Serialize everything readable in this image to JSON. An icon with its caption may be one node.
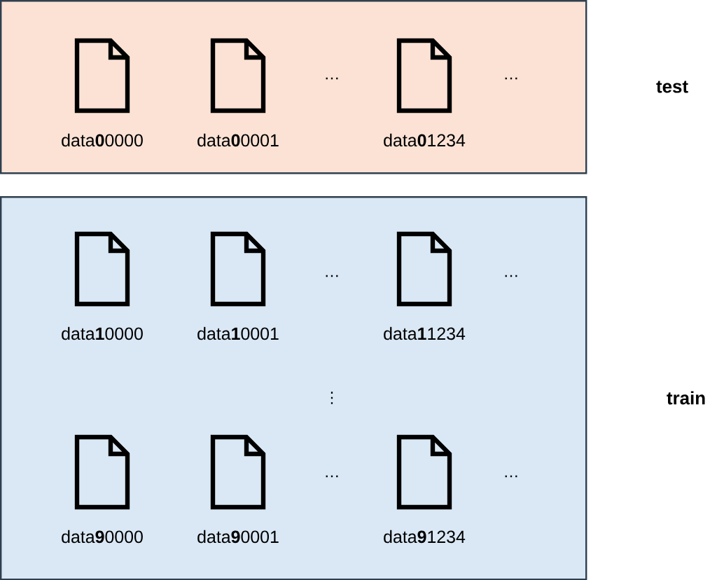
{
  "diagram": {
    "nodes": [
      {
        "text": [
          "test"
        ]
      },
      {
        "text": [
          "data**0**0000"
        ],
        "in": 0
      },
      {
        "text": [
          "data**0**0001"
        ],
        "in": 0
      },
      {
        "text": [
          "data**0**1234"
        ],
        "in": 0
      },
      {
        "text": [
          "train"
        ]
      },
      {
        "text": [
          "data**1**0000"
        ],
        "in": 4
      },
      {
        "text": [
          "data**1**0001"
        ],
        "in": 4
      },
      {
        "text": [
          "data**1**1234"
        ],
        "in": 4
      },
      {
        "text": [
          "data**9**0000"
        ],
        "in": 4
      },
      {
        "text": [
          "data**9**0001"
        ],
        "in": 4
      },
      {
        "text": [
          "data**9**1234"
        ],
        "in": 4
      }
    ],
    "labels": [
      "…",
      "…",
      "…",
      "…",
      "⋮",
      "…",
      "…"
    ]
  }
}
